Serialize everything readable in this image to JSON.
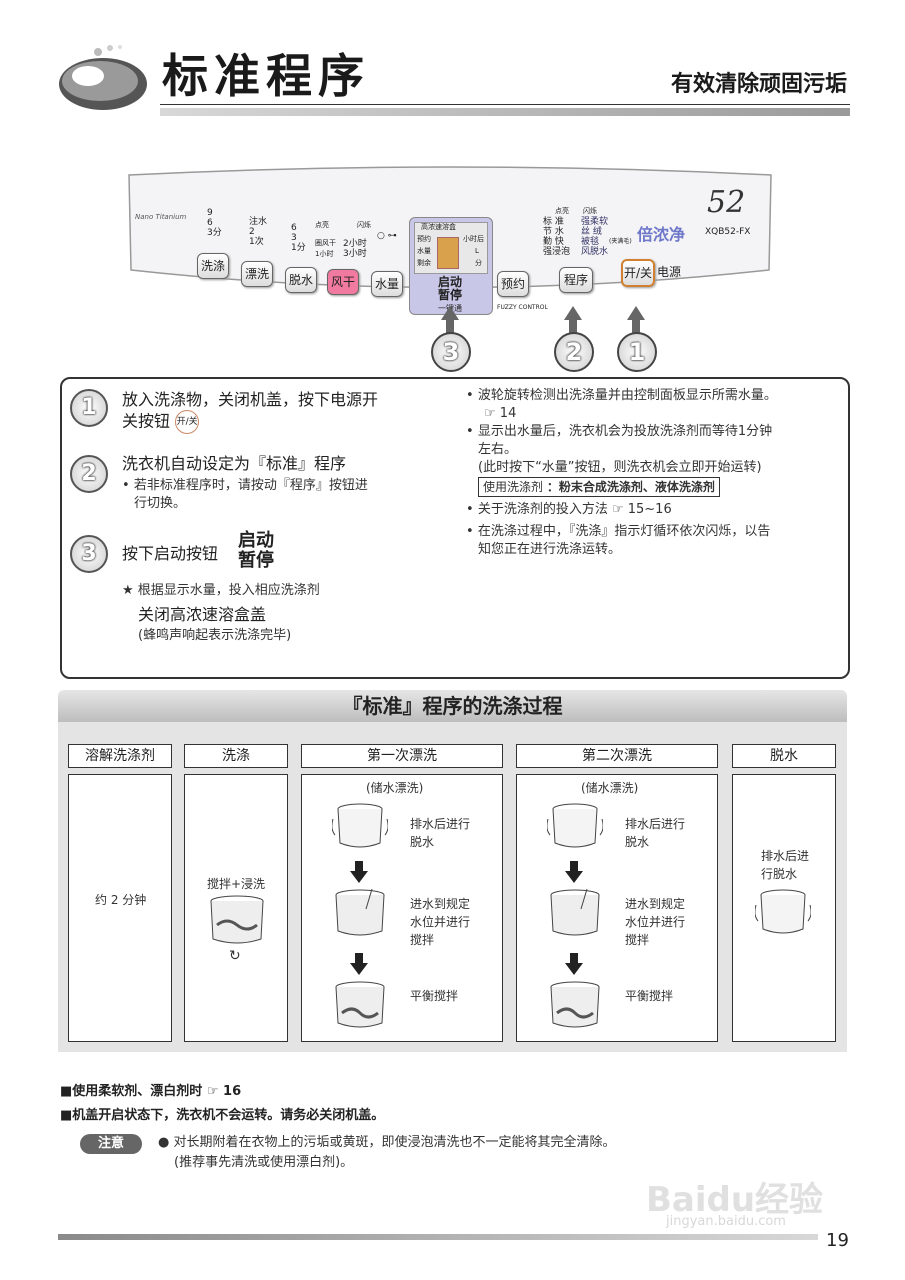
{
  "header": {
    "title": "标准程序",
    "subtitle": "有效清除顽固污垢"
  },
  "panel": {
    "logo_text": "Nano Titanium",
    "model_number": "52",
    "model_code": "XQB52-FX",
    "brand_mark": "倍浓净",
    "fuzzy": "FUZZY CONTROL",
    "wash_levels": [
      "9",
      "6",
      "3分"
    ],
    "rinse_levels": [
      "注水",
      "2",
      "1次"
    ],
    "spin_levels": [
      "6",
      "3",
      "1分"
    ],
    "dry_levels": [
      "2小时",
      "3小时"
    ],
    "dry_tags": [
      "点亮",
      "闪烁",
      "圈风干",
      "1小时"
    ],
    "display_labels": [
      "高浓速溶盒",
      "预约",
      "水量",
      "剩余",
      "小时后",
      "L",
      "分"
    ],
    "program_list": [
      "标 准",
      "节 水",
      "勤 快",
      "强浸泡",
      "强柔软",
      "丝 绒",
      "被毯",
      "风脱水",
      "(夹满毛)"
    ],
    "program_tags": [
      "点亮",
      "闪烁"
    ],
    "buttons": {
      "wash": "洗涤",
      "rinse": "漂洗",
      "spin": "脱水",
      "dry": "风干",
      "water": "水量",
      "start": "启动",
      "pause": "暂停",
      "one_touch": "一键通",
      "reserve": "预约",
      "program": "程序",
      "power": "开/关",
      "power_label": "电源"
    },
    "callouts": [
      "3",
      "2",
      "1"
    ]
  },
  "steps": {
    "s1_num": "1",
    "s1_text_a": "放入洗涤物，关闭机盖，按下电源开",
    "s1_text_b": "关按钮",
    "s1_icon": "开/关",
    "s2_num": "2",
    "s2_text": "洗衣机自动设定为『标准』程序",
    "s2_bullet_a": "若非标准程序时，请按动『程序』按钮进",
    "s2_bullet_b": "行切换。",
    "s3_num": "3",
    "s3_text": "按下启动按钮",
    "s3_start": "启动",
    "s3_pause": "暂停",
    "s3_star": "根据显示水量，投入相应洗涤剂",
    "s3_close": "关闭高浓速溶盒盖",
    "s3_beep": "(蜂鸣声响起表示洗涤完毕)",
    "r1_a": "波轮旋转检测出洗涤量并由控制面板显示所需水量。",
    "r1_ref": "14",
    "r2_a": "显示出水量后，洗衣机会为投放洗涤剂而等待1分钟",
    "r2_b": "左右。",
    "r2_c": "(此时按下“水量”按钮，则洗衣机会立即开始运转)",
    "r2_box_label": "使用洗涤剂",
    "r2_box_value": "：粉末合成洗涤剂、液体洗涤剂",
    "r3": "关于洗涤剂的投入方法",
    "r3_ref": "15~16",
    "r4_a": "在洗涤过程中，『洗涤』指示灯循环依次闪烁，以告",
    "r4_b": "知您正在进行洗涤运转。"
  },
  "process": {
    "heading": "『标准』程序的洗涤过程",
    "columns": [
      "溶解洗涤剂",
      "洗涤",
      "第一次漂洗",
      "第二次漂洗",
      "脱水"
    ],
    "dissolve_time": "约 2 分钟",
    "wash_desc": "搅拌+浸洗",
    "rinse_mode": "(储水漂洗)",
    "rinse_step1_a": "排水后进行",
    "rinse_step1_b": "脱水",
    "rinse_step2_a": "进水到规定",
    "rinse_step2_b": "水位并进行",
    "rinse_step2_c": "搅拌",
    "rinse_step3": "平衡搅拌",
    "spin_desc_a": "排水后进",
    "spin_desc_b": "行脱水"
  },
  "notes": {
    "n1": "使用柔软剂、漂白剂时",
    "n1_ref": "16",
    "n2": "机盖开启状态下，洗衣机不会运转。请务必关闭机盖。",
    "caution_label": "注意",
    "caution_a": "对长期附着在衣物上的污垢或黄斑，即使浸泡清洗也不一定能将其完全清除。",
    "caution_b": "(推荐事先清洗或使用漂白剂)。"
  },
  "watermark": {
    "brand": "Baidu经验",
    "url": "jingyan.baidu.com"
  },
  "page_number": "19"
}
